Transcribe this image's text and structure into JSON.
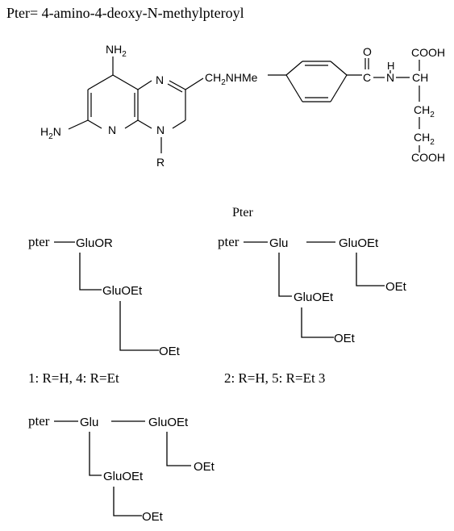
{
  "header": {
    "title": "Pter= 4-amino-4-deoxy-N-methylpteroyl"
  },
  "structure": {
    "amine_top": "NH",
    "amine_top_sub": "2",
    "amine_left": "H",
    "amine_left_sub": "2",
    "amine_left_n": "N",
    "ring_n_top": "N",
    "ring_n_bottom_left": "N",
    "ring_n_bottom_right": "N",
    "substituent_r": "R",
    "linker": "CH",
    "linker_sub": "2",
    "linker_rest": "NHMe",
    "carbonyl_o": "O",
    "carbonyl_c": "C",
    "amide_h": "H",
    "amide_n": "N",
    "alpha_ch": "CH",
    "cooh_top": "COOH",
    "ch2_a": "CH",
    "ch2_a_sub": "2",
    "ch2_b": "CH",
    "ch2_b_sub": "2",
    "cooh_bottom": "COOH"
  },
  "structure_label": "Pter",
  "scheme_1": {
    "pter": "pter",
    "top": "GluOR",
    "mid": "GluOEt",
    "end": "OEt",
    "caption": "1: R=H, 4: R=Et"
  },
  "scheme_2": {
    "pter": "pter",
    "glu": "Glu",
    "top_right": "GluOEt",
    "top_right_end": "OEt",
    "mid": "GluOEt",
    "mid_end": "OEt",
    "caption": "2: R=H, 5: R=Et  3"
  },
  "scheme_3": {
    "pter": "pter",
    "glu": "Glu",
    "top_right": "GluOEt",
    "top_right_end": "OEt",
    "mid": "GluOEt",
    "mid_end": "OEt"
  }
}
